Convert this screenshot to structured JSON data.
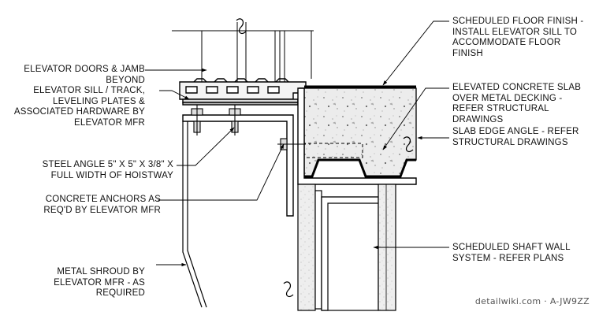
{
  "labels": {
    "doors": "ELEVATOR DOORS & JAMB\nBEYOND",
    "sill": "ELEVATOR SILL / TRACK,\nLEVELING PLATES &\nASSOCIATED HARDWARE BY\nELEVATOR MFR",
    "angle": "STEEL ANGLE 5\" X 5\" X 3/8\" X\nFULL WIDTH OF HOISTWAY",
    "anchors": "CONCRETE ANCHORS AS\nREQ'D BY ELEVATOR MFR",
    "shroud": "METAL SHROUD BY\nELEVATOR MFR - AS\nREQUIRED",
    "floor": "SCHEDULED FLOOR FINISH -\nINSTALL ELEVATOR SILL TO\nACCOMMODATE FLOOR\nFINISH",
    "slab": "ELEVATED CONCRETE SLAB\nOVER METAL DECKING -\nREFER STRUCTURAL\nDRAWINGS",
    "edge": "SLAB EDGE ANGLE - REFER\nSTRUCTURAL DRAWINGS",
    "shaft": "SCHEDULED SHAFT WALL\nSYSTEM - REFER PLANS"
  },
  "watermark": "detailwiki.com · A-JW9ZZ"
}
